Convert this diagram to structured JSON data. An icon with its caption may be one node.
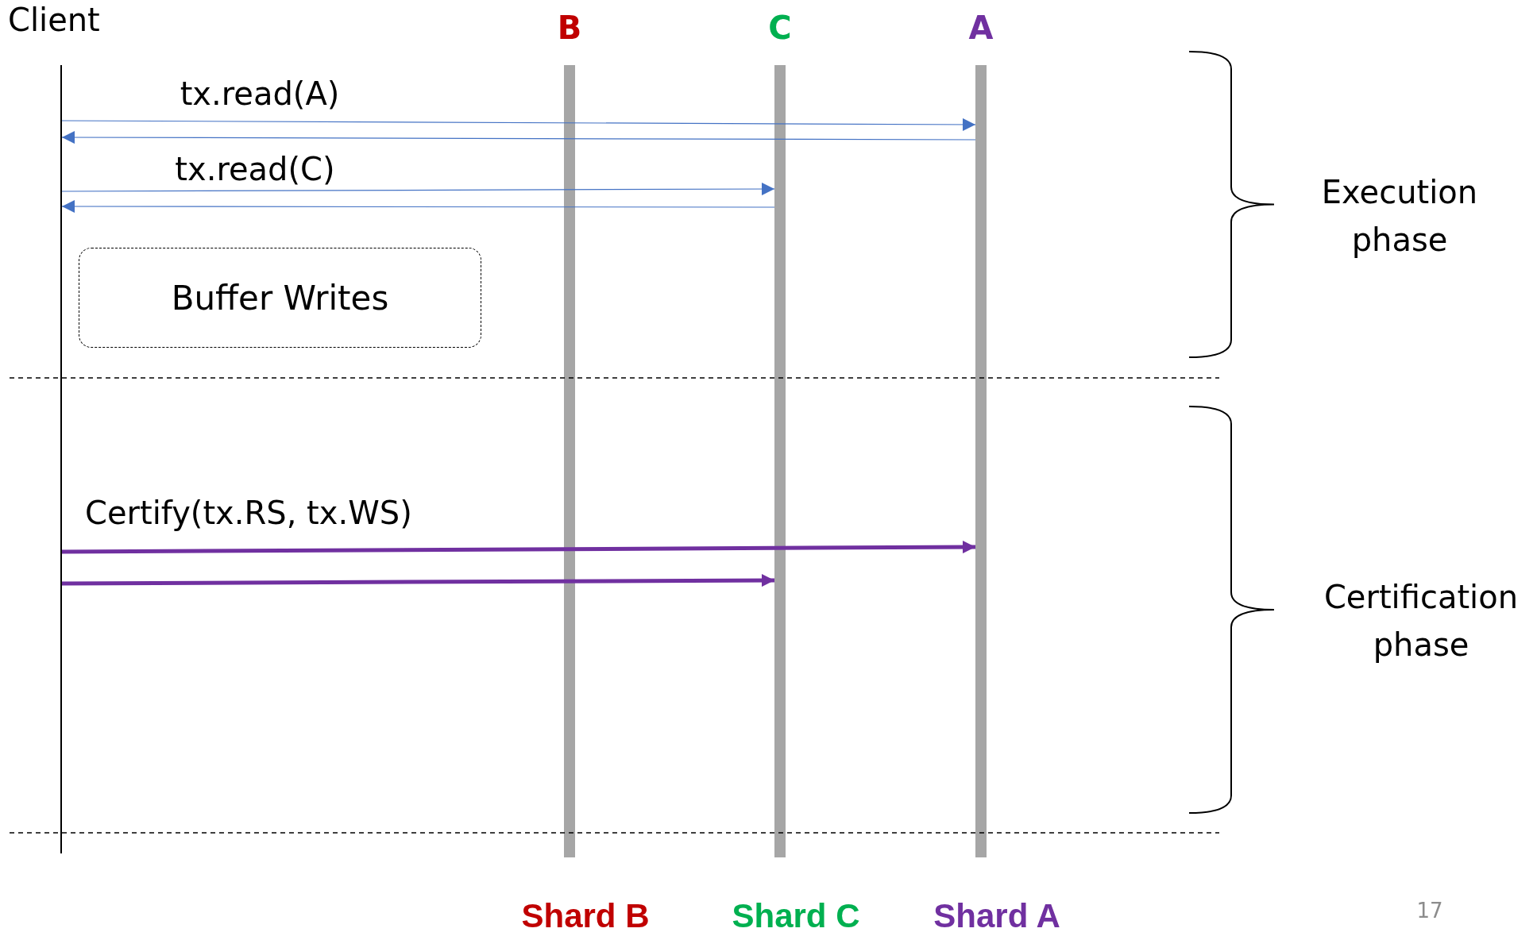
{
  "diagram": {
    "nodes": [
      {
        "text": [
          "Client"
        ]
      },
      {
        "text": [
          "B",
          "Shard B"
        ]
      },
      {
        "text": [
          "C",
          "Shard C"
        ]
      },
      {
        "text": [
          "A",
          "Shard A"
        ]
      },
      {
        "text": [
          "Buffer Writes"
        ]
      }
    ],
    "edges": [
      {
        "from": 0,
        "to": 3,
        "arrow": "to",
        "label": "tx.read(A)"
      },
      {
        "from": 3,
        "to": 0,
        "arrow": "to"
      },
      {
        "from": 0,
        "to": 2,
        "arrow": "to",
        "label": "tx.read(C)"
      },
      {
        "from": 2,
        "to": 0,
        "arrow": "to"
      },
      {
        "from": 0,
        "to": 3,
        "arrow": "to",
        "label": "Certify(tx.RS, tx.WS)",
        "style": "thick",
        "color": "#7030a0"
      },
      {
        "from": 0,
        "to": 2,
        "arrow": "to",
        "style": "thick",
        "color": "#7030a0"
      }
    ],
    "labels": [
      "Execution phase",
      "Certification phase",
      "17"
    ]
  }
}
